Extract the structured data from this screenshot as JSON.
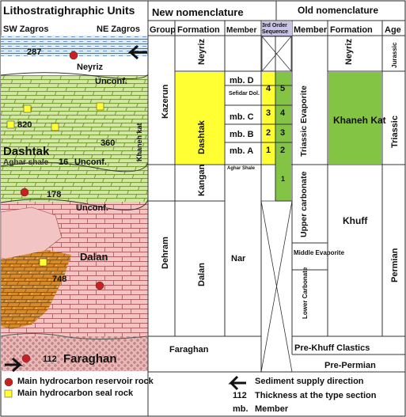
{
  "header": {
    "title": "Lithostratighraphic Units",
    "sw": "SW Zagros",
    "ne": "NE Zagros",
    "new_nomenclature": "New nomenclature",
    "old_nomenclature": "Old nomenclature",
    "group": "Group",
    "formation": "Formation",
    "member": "Member",
    "sequence_line1": "3rd Order",
    "sequence_line2": "Sequence",
    "old_member": "Member",
    "old_formation": "Formation",
    "age": "Age"
  },
  "section_labels": {
    "neyriz": "Neyriz",
    "unconf_1": "Unconf.",
    "dashtak": "Dashtak",
    "aghar_shale": "Aghar shale",
    "unconf_2": "Unconf.",
    "khaneh_kat": "Khaneh kat",
    "unconf_3": "Unconf.",
    "dalan": "Dalan",
    "faraghan": "Faraghan"
  },
  "thicknesses": {
    "neyriz": "287",
    "dashtak_820": "820",
    "khaneh_kat_360": "360",
    "aghar_16": "16",
    "kangan_178": "178",
    "dalan_748": "748",
    "faraghan_112": "112"
  },
  "new_nomenclature": {
    "groups": {
      "kazerun": "Kazerun",
      "dehram": "Dehram"
    },
    "formations": {
      "neyriz": "Neyriz",
      "dashtak": "Dashtak",
      "kangan": "Kangan",
      "dalan": "Dalan",
      "faraghan": "Faraghan"
    },
    "members": {
      "d": "mb. D",
      "sefidar": "Sefidar Dol.",
      "c": "mb. C",
      "b": "mb. B",
      "a": "mb. A",
      "aghar": "Aghar Shale",
      "nar": "Nar"
    },
    "sequence_left": [
      "4",
      "3",
      "2",
      "1"
    ],
    "sequence_right": [
      "5",
      "4",
      "3",
      "2",
      "1"
    ]
  },
  "old_nomenclature": {
    "members": {
      "triassic_evaporite": "Triassic Evaporite",
      "upper_carbonate": "Upper carbonate",
      "middle_evaporite": "Middle Evaporite",
      "lower_carbonate": "Lower Carbonate"
    },
    "formations": {
      "neyriz": "Neyriz",
      "khaneh_kat": "Khaneh Kat",
      "khuff": "Khuff",
      "pre_khuff": "Pre-Khuff Clastics",
      "pre_permian": "Pre-Permian"
    },
    "ages": {
      "jurassic": "Jurassic",
      "triassic": "Triassic",
      "permian": "Permian"
    }
  },
  "legend": {
    "reservoir": "Main hydrocarbon reservoir rock",
    "seal": "Main hydrocarbon seal rock",
    "supply_direction": "Sediment supply direction",
    "thickness_num": "112",
    "thickness_text": "Thickness at the type section",
    "member_abbr": "mb.",
    "member_text": "Member"
  },
  "colors": {
    "neyriz_fill": "#dcecf4",
    "neyriz_line": "#2a5fb0",
    "dashtak_light": "#d4e8a4",
    "dashtak_brick": "#8ab83a",
    "dalan_pink": "#f2c4c4",
    "dalan_line": "#b06060",
    "dalan_orange": "#d78a2a",
    "faraghan_pink": "#e9b8b8",
    "yellow": "#ffff33",
    "green": "#84c445",
    "sequence_header": "#c9c3e6",
    "reservoir_red": "#cc1f1f",
    "seal_yellow": "#ffff33"
  }
}
